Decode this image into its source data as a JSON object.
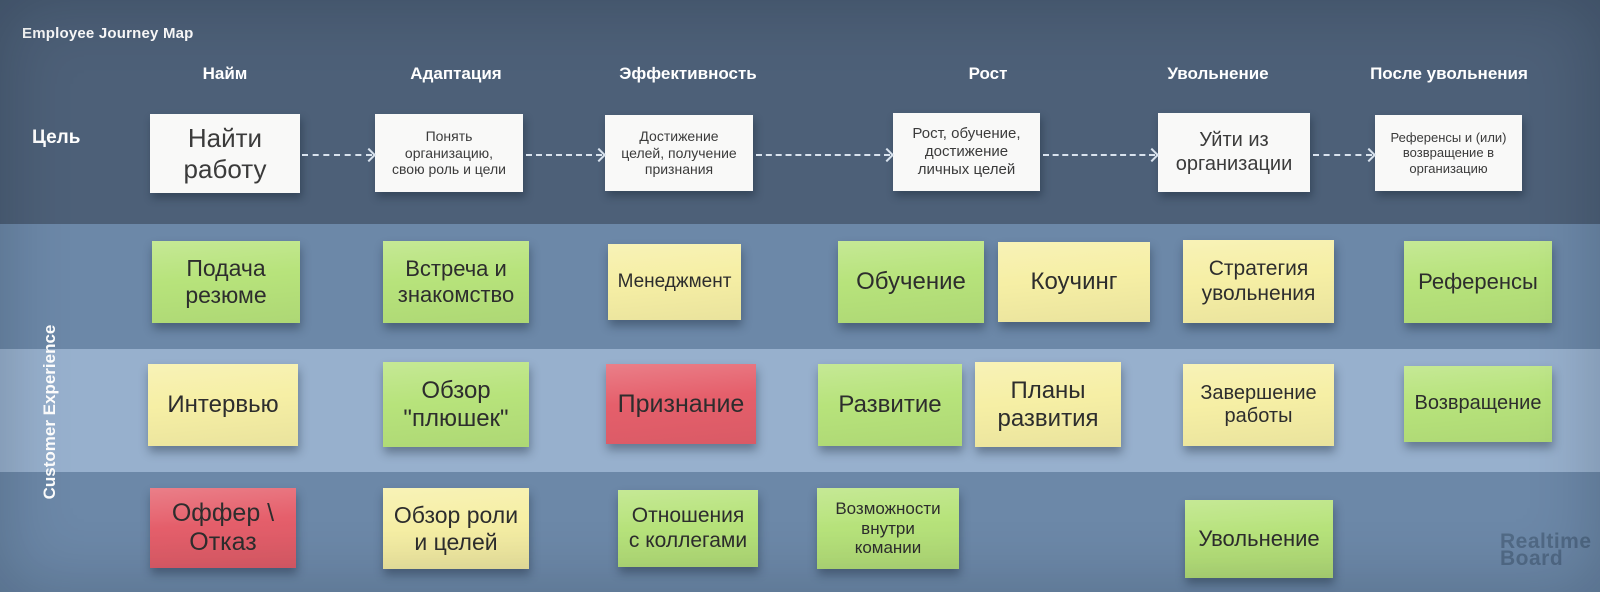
{
  "board": {
    "title": "Employee Journey Map",
    "goal_row_label": "Цель",
    "experience_axis_label": "Customer Experience",
    "watermark": {
      "line1": "Realtime",
      "line2": "Board"
    }
  },
  "columns": [
    {
      "label": "Найм"
    },
    {
      "label": "Адаптация"
    },
    {
      "label": "Эффективность"
    },
    {
      "label": "Рост"
    },
    {
      "label": "Увольнение"
    },
    {
      "label": "После увольнения"
    }
  ],
  "goals": [
    {
      "text": "Найти\nработу",
      "column": "Найм"
    },
    {
      "text": "Понять\nорганизацию,\nсвою роль и цели",
      "column": "Адаптация"
    },
    {
      "text": "Достижение\nцелей, получение\nпризнания",
      "column": "Эффективность"
    },
    {
      "text": "Рост, обучение,\nдостижение\nличных целей",
      "column": "Рост"
    },
    {
      "text": "Уйти из\nорганизации",
      "column": "Увольнение"
    },
    {
      "text": "Референсы и (или)\nвозвращение в\nорганизацию",
      "column": "После увольнения"
    }
  ],
  "stickies": [
    {
      "text": "Подача\nрезюме",
      "color": "green",
      "column": "Найм",
      "row": 1
    },
    {
      "text": "Встреча и\nзнакомство",
      "color": "green",
      "column": "Адаптация",
      "row": 1
    },
    {
      "text": "Менеджмент",
      "color": "yellow",
      "column": "Эффективность",
      "row": 1
    },
    {
      "text": "Обучение",
      "color": "green",
      "column": "Рост",
      "row": 1
    },
    {
      "text": "Коучинг",
      "color": "yellow",
      "column": "Рост",
      "row": 1
    },
    {
      "text": "Стратегия\nувольнения",
      "color": "yellow",
      "column": "Увольнение",
      "row": 1
    },
    {
      "text": "Референсы",
      "color": "green",
      "column": "После увольнения",
      "row": 1
    },
    {
      "text": "Интервью",
      "color": "yellow",
      "column": "Найм",
      "row": 2
    },
    {
      "text": "Обзор\n\"плюшек\"",
      "color": "green",
      "column": "Адаптация",
      "row": 2
    },
    {
      "text": "Признание",
      "color": "red",
      "column": "Эффективность",
      "row": 2
    },
    {
      "text": "Развитие",
      "color": "green",
      "column": "Рост",
      "row": 2
    },
    {
      "text": "Планы\nразвития",
      "color": "yellow",
      "column": "Рост",
      "row": 2
    },
    {
      "text": "Завершение\nработы",
      "color": "yellow",
      "column": "Увольнение",
      "row": 2
    },
    {
      "text": "Возвращение",
      "color": "green",
      "column": "После увольнения",
      "row": 2
    },
    {
      "text": "Оффер \\\nОтказ",
      "color": "red",
      "column": "Найм",
      "row": 3
    },
    {
      "text": "Обзор роли\nи целей",
      "color": "yellow",
      "column": "Адаптация",
      "row": 3
    },
    {
      "text": "Отношения\nс коллегами",
      "color": "green",
      "column": "Эффективность",
      "row": 3
    },
    {
      "text": "Возможности\nвнутри\nкомании",
      "color": "green",
      "column": "Рост",
      "row": 3
    },
    {
      "text": "Увольнение",
      "color": "green",
      "column": "Увольнение",
      "row": 3
    }
  ],
  "colors": {
    "header_bg": "#4d6078",
    "band_medium": "#6c88a8",
    "band_light": "#97b0cd",
    "sticky_green": "#b7e37b",
    "sticky_yellow": "#f6efa5",
    "sticky_red": "#e55f6b",
    "card_white": "#f9f9f8",
    "arrow": "#d9e3ee"
  }
}
